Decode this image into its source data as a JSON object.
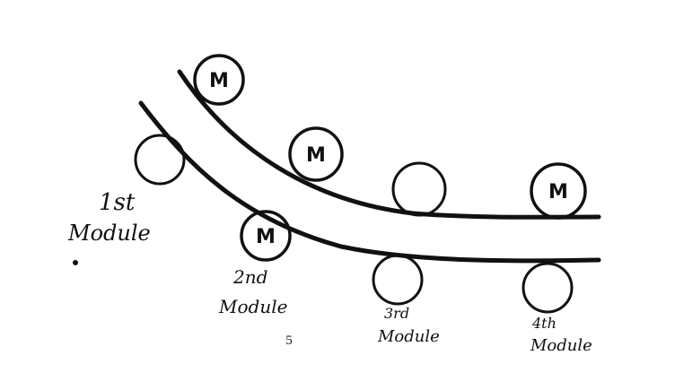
{
  "motor_symbol": "M",
  "labels": {
    "module1_line1": "1st",
    "module1_line2": "Module",
    "module2_line1": "2nd",
    "module2_line2": "Module",
    "module3_line1": "3rd",
    "module3_line2": "Module",
    "module4_line1": "4th",
    "module4_line2": "Module"
  },
  "page_number": "5",
  "colors": {
    "ink": "#111111",
    "paper": "#ffffff"
  }
}
